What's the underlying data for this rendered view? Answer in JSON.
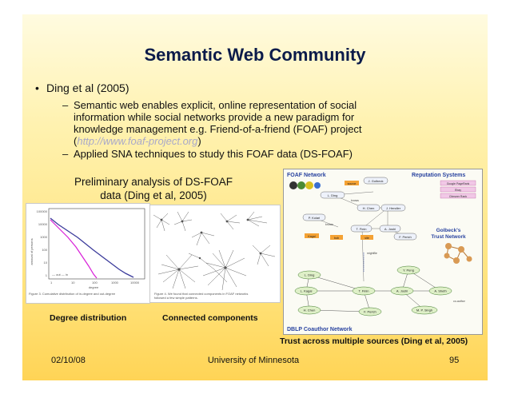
{
  "slide": {
    "title": "Semantic Web Community",
    "bullet": "Ding et al (2005)",
    "sub1_line1": "Semantic web enables explicit, online representation of social",
    "sub1_line2": "information while social networks provide a new paradigm for",
    "sub1_line3": "knowledge management e.g. Friend-of-a-friend (FOAF) project",
    "sub1_open": "(",
    "sub1_link": "http://www.foaf-project.org",
    "sub1_close": ")",
    "sub2": "Applied SNA techniques to study this FOAF data (DS-FOAF)",
    "prelim_line1": "Preliminary analysis of DS-FOAF",
    "prelim_line2": "data (Ding et al, 2005)",
    "bullet_symbol": "•",
    "dash_symbol": "–"
  },
  "figures": {
    "degree": {
      "y_ticks": [
        "100000",
        "10000",
        "1000",
        "100",
        "10",
        "1"
      ],
      "x_ticks": [
        "1",
        "10",
        "100",
        "1000",
        "10000"
      ],
      "xlabel": "degree",
      "ylabel": "amount of persons",
      "legend": "— out — in",
      "caption": "Figure 3. Cumulative distribution of in-degree and out-degree"
    },
    "components": {
      "caption_line1": "Figure 4. We found that connected components in FOAF networks",
      "caption_line2": "followed a few simple patterns."
    },
    "trust": {
      "foaf_label": "FOAF Network",
      "reputation_label": "Reputation Systems",
      "golbeck_label1": "Golbeck's",
      "golbeck_label2": "Trust Network",
      "dblp_label": "DBLP Coauthor Network",
      "rep_items": [
        "Google PageRank",
        "Ebay",
        "Citeseer Rank"
      ],
      "top_nodes": [
        "J. Golbeck",
        "L. Ding",
        "H. Chen",
        "J. Hendler",
        "P. Kolari",
        "T. Finin",
        "A. Joshi",
        "F. Perich"
      ],
      "tags": [
        "source",
        "Kagal",
        "bob",
        "site"
      ],
      "edge_labels": [
        "knows",
        "knows",
        "mightBe"
      ],
      "bottom_nodes": [
        "Y. Peng",
        "L. Ding",
        "L. Kagal",
        "T. Finin",
        "A. Joshi",
        "A. Sheth",
        "H. Chen",
        "F. Perich",
        "M. P. Singh"
      ],
      "coauthor_label": "co-author"
    }
  },
  "captions": {
    "degree": "Degree distribution",
    "components": "Connected components",
    "trust": "Trust across multiple sources (Ding et al, 2005)"
  },
  "footer": {
    "date": "02/10/08",
    "org": "University of Minnesota",
    "page": "95"
  }
}
